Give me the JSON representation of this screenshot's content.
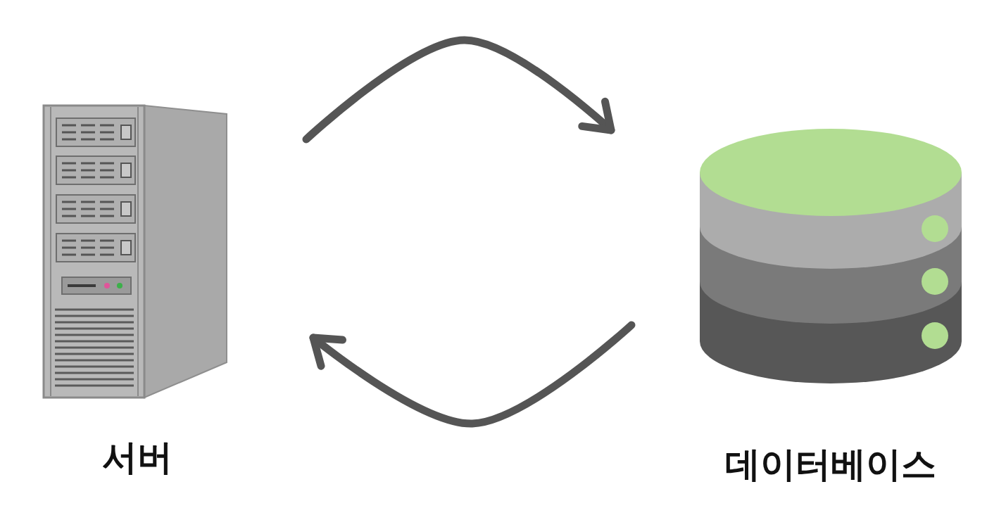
{
  "diagram": {
    "nodes": [
      {
        "text": [
          "서버"
        ]
      },
      {
        "text": [
          "데이터베이스"
        ]
      }
    ],
    "edges": [
      {
        "from": 0,
        "to": 1,
        "arrow": "to"
      },
      {
        "from": 1,
        "to": 0,
        "arrow": "to"
      }
    ]
  }
}
